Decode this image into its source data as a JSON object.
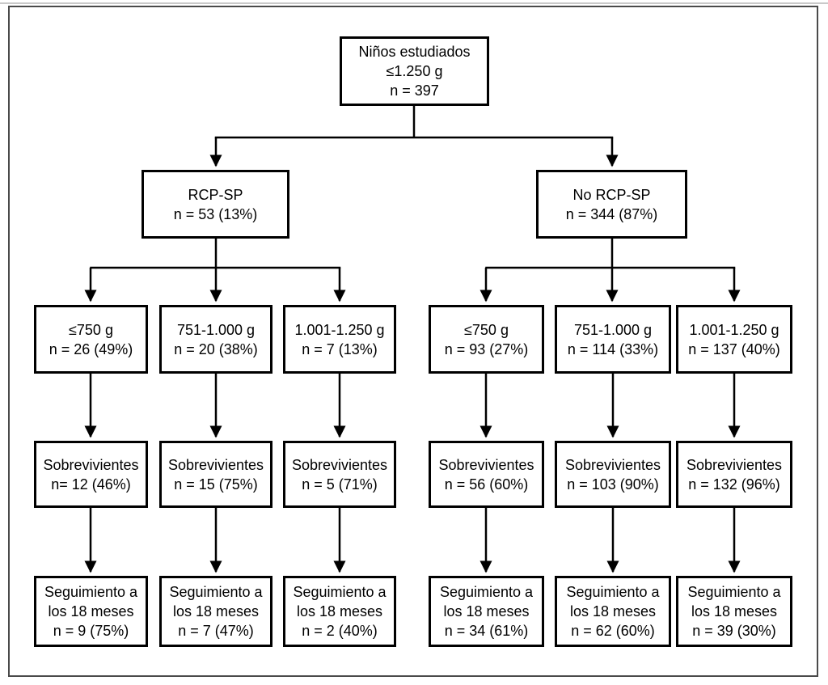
{
  "figure": {
    "root": {
      "l1": "Niños estudiados",
      "l2": "≤1.250 g",
      "l3": "n = 397"
    },
    "left_branch": {
      "l1": "RCP-SP",
      "l2": "n = 53 (13%)"
    },
    "right_branch": {
      "l1": "No RCP-SP",
      "l2": "n = 344 (87%)"
    },
    "left_weights": [
      {
        "l1": "≤750 g",
        "l2": "n = 26 (49%)"
      },
      {
        "l1": "751-1.000 g",
        "l2": "n = 20 (38%)"
      },
      {
        "l1": "1.001-1.250 g",
        "l2": "n = 7 (13%)"
      }
    ],
    "right_weights": [
      {
        "l1": "≤750 g",
        "l2": "n = 93 (27%)"
      },
      {
        "l1": "751-1.000 g",
        "l2": "n = 114 (33%)"
      },
      {
        "l1": "1.001-1.250 g",
        "l2": "n = 137 (40%)"
      }
    ],
    "left_survivors": [
      {
        "l1": "Sobrevivientes",
        "l2": "n= 12 (46%)"
      },
      {
        "l1": "Sobrevivientes",
        "l2": "n = 15 (75%)"
      },
      {
        "l1": "Sobrevivientes",
        "l2": "n = 5 (71%)"
      }
    ],
    "right_survivors": [
      {
        "l1": "Sobrevivientes",
        "l2": "n = 56 (60%)"
      },
      {
        "l1": "Sobrevivientes",
        "l2": "n = 103 (90%)"
      },
      {
        "l1": "Sobrevivientes",
        "l2": "n = 132 (96%)"
      }
    ],
    "left_followup": [
      {
        "l1": "Seguimiento a",
        "l2": "los 18 meses",
        "l3": "n = 9 (75%)"
      },
      {
        "l1": "Seguimiento a",
        "l2": "los 18 meses",
        "l3": "n = 7 (47%)"
      },
      {
        "l1": "Seguimiento a",
        "l2": "los 18 meses",
        "l3": "n = 2 (40%)"
      }
    ],
    "right_followup": [
      {
        "l1": "Seguimiento a",
        "l2": "los 18 meses",
        "l3": "n = 34 (61%)"
      },
      {
        "l1": "Seguimiento a",
        "l2": "los 18 meses",
        "l3": "n = 62 (60%)"
      },
      {
        "l1": "Seguimiento a",
        "l2": "los 18 meses",
        "l3": "n = 39 (30%)"
      }
    ],
    "colors": {
      "box_border": "#000000",
      "connector": "#000000",
      "frame_border": "#4a4a4a",
      "background": "#ffffff"
    }
  }
}
